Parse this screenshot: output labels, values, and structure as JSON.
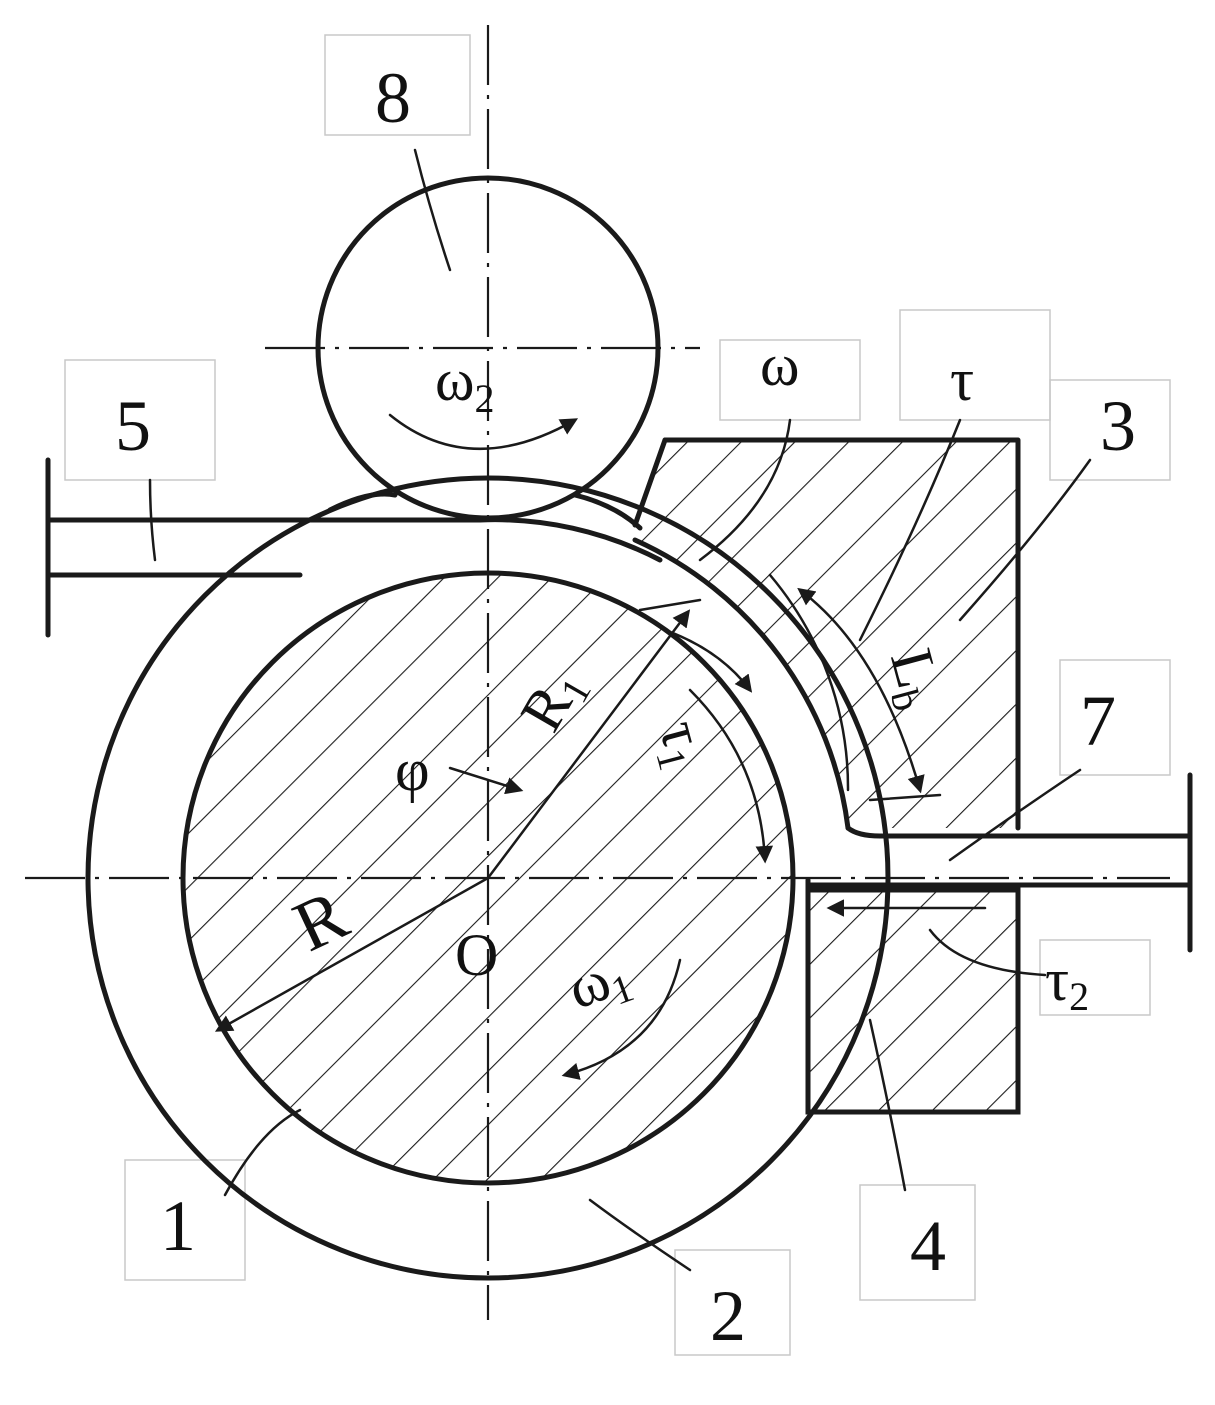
{
  "labels": {
    "n8": "8",
    "n5": "5",
    "n3": "3",
    "n7": "7",
    "n4": "4",
    "n1": "1",
    "n2": "2",
    "omega": "ω",
    "omega2": "ω",
    "omega2_sub": "2",
    "tau": "τ",
    "tau1": "τ",
    "tau1_sub": "1",
    "tau2": "τ",
    "tau2_sub": "2",
    "L": "L",
    "L_sub": "b",
    "R": "R",
    "R1": "R",
    "R1_sub": "1",
    "phi": "φ",
    "O": "O",
    "omega1": "ω",
    "omega1_sub": "1"
  }
}
